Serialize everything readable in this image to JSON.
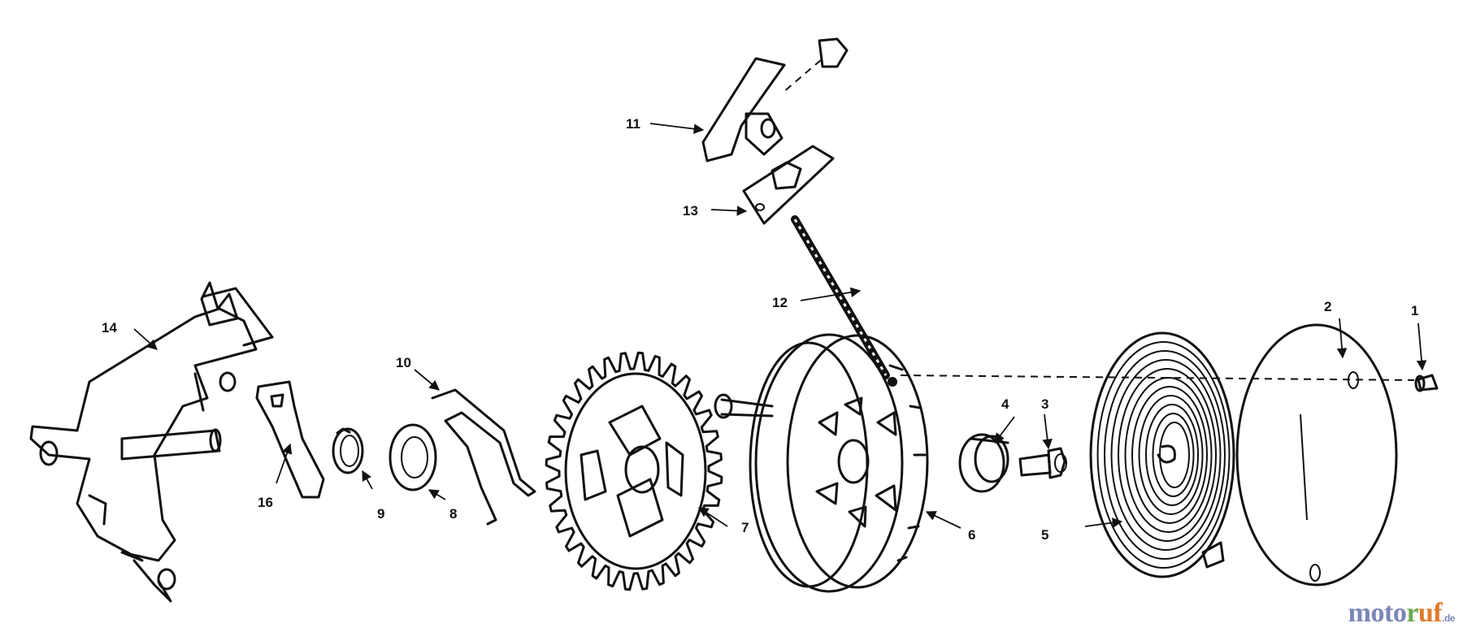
{
  "diagram": {
    "labels": [
      "1",
      "2",
      "3",
      "4",
      "5",
      "6",
      "7",
      "8",
      "9",
      "10",
      "11",
      "12",
      "13",
      "14",
      "16"
    ]
  },
  "watermark": {
    "part1": "moto",
    "part2": "r",
    "part3": "uf",
    "suffix": ".de"
  }
}
